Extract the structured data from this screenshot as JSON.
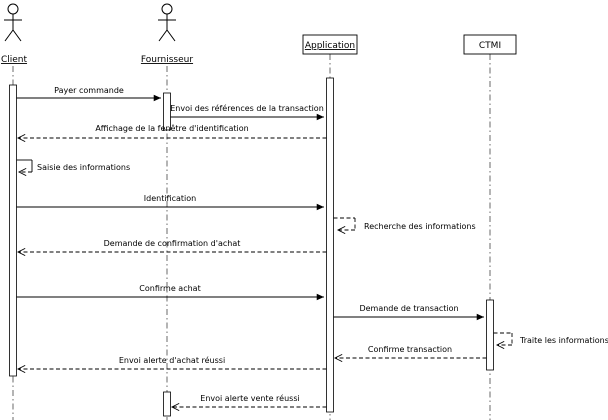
{
  "diagram": {
    "type": "uml-sequence",
    "colors": {
      "stroke": "#000000",
      "background": "#ffffff"
    },
    "participants": [
      {
        "label": "Client",
        "kind": "actor"
      },
      {
        "label": "Fournisseur",
        "kind": "actor"
      },
      {
        "label": "Application",
        "kind": "object"
      },
      {
        "label": "CTMI",
        "kind": "object"
      }
    ],
    "messages": [
      {
        "label": "Payer commande",
        "from": "Client",
        "to": "Fournisseur",
        "line": "solid"
      },
      {
        "label": "Envoi des références de la transaction",
        "from": "Fournisseur",
        "to": "Application",
        "line": "solid"
      },
      {
        "label": "Affichage de la fenêtre d'identification",
        "from": "Application",
        "to": "Client",
        "line": "dashed"
      },
      {
        "label": "Saisie des informations",
        "from": "Client",
        "to": "Client",
        "line": "self"
      },
      {
        "label": "Identification",
        "from": "Client",
        "to": "Application",
        "line": "solid"
      },
      {
        "label": "Recherche des informations",
        "from": "Application",
        "to": "Application",
        "line": "self-dashed"
      },
      {
        "label": "Demande de confirmation d'achat",
        "from": "Application",
        "to": "Client",
        "line": "dashed"
      },
      {
        "label": "Confirme achat",
        "from": "Client",
        "to": "Application",
        "line": "solid"
      },
      {
        "label": "Demande de transaction",
        "from": "Application",
        "to": "CTMI",
        "line": "solid"
      },
      {
        "label": "Traite les informations",
        "from": "CTMI",
        "to": "CTMI",
        "line": "self-dashed"
      },
      {
        "label": "Confirme transaction",
        "from": "CTMI",
        "to": "Application",
        "line": "dashed"
      },
      {
        "label": "Envoi alerte d'achat réussi",
        "from": "Application",
        "to": "Client",
        "line": "dashed"
      },
      {
        "label": "Envoi alerte vente réussi",
        "from": "Application",
        "to": "Fournisseur",
        "line": "dashed"
      }
    ]
  }
}
